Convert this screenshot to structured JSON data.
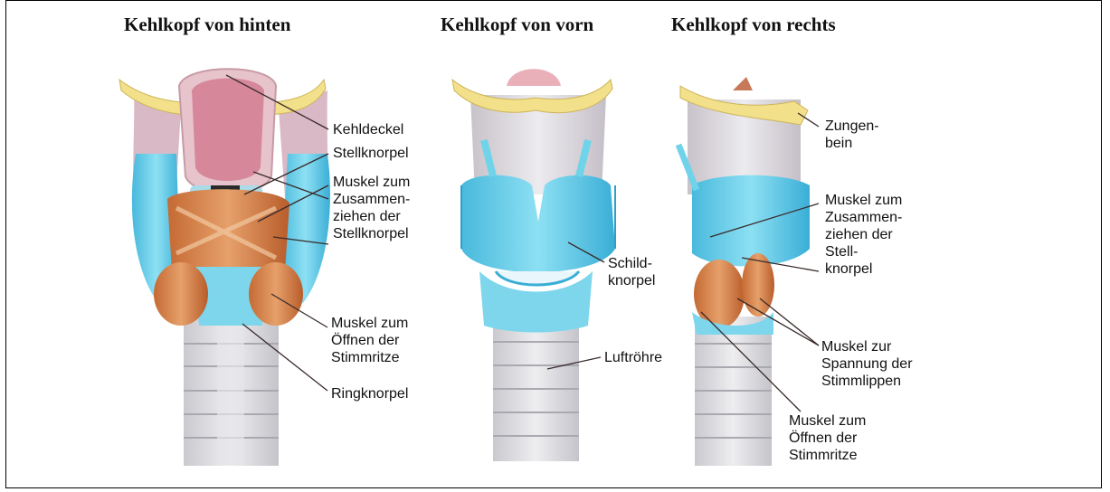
{
  "titles": {
    "back": "Kehlkopf von hinten",
    "front": "Kehlkopf von vorn",
    "right": "Kehlkopf von rechts"
  },
  "labels": {
    "back": {
      "kehldeckel": "Kehldeckel",
      "stellknorpel": "Stellknorpel",
      "muskel_zusammen": "Muskel zum\nZusammen-\nziehen der\nStellknorpel",
      "muskel_oeffnen": "Muskel zum\nÖffnen der\nStimmritze",
      "ringknorpel": "Ringknorpel"
    },
    "front": {
      "schildknorpel": "Schild-\nknorpel",
      "luftroehre": "Luftröhre"
    },
    "right": {
      "zungenbein": "Zungen-\nbein",
      "muskel_zusammen": "Muskel zum\nZusammen-\nziehen der\nStell-\nknorpel",
      "muskel_spannung": "Muskel zur\nSpannung der\nStimmlippen",
      "muskel_oeffnen": "Muskel zum\nÖffnen der\nStimmritze"
    }
  },
  "colors": {
    "bone": "#f3e08a",
    "cartilage": "#6fd3ea",
    "muscle": "#d98a4a",
    "epiglottis": "#d98a9a",
    "membrane": "#d9d4d9",
    "trachea": "#d8d8dc"
  }
}
